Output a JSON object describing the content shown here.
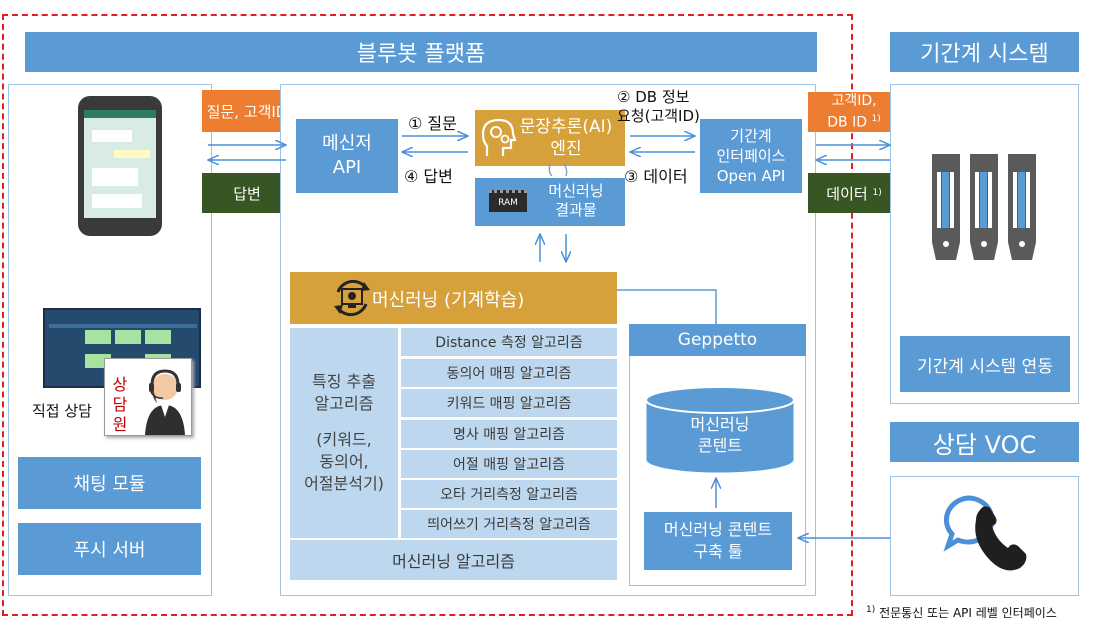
{
  "platform": {
    "title": "블루봇 플랫폼",
    "chat_module": "채팅 모듈",
    "push_server": "푸시 서버",
    "direct_consult": "직접 상담",
    "counselor": [
      "상",
      "담",
      "원"
    ],
    "question_tag": "질문, 고객ID",
    "answer_tag": "답변",
    "messenger_api": [
      "메신저",
      "API"
    ],
    "step1": "① 질문",
    "step4": "④ 답변",
    "step2": [
      "② DB 정보",
      "요청(고객ID)"
    ],
    "step3": "③ 데이터",
    "engine": [
      "문장추론(AI)",
      "엔진"
    ],
    "ml_result": [
      "머신러닝",
      "결과물"
    ],
    "ram_label": "RAM",
    "legacy_if": [
      "기간계",
      "인터페이스",
      "Open API"
    ],
    "ml_title": "머신러닝 (기계학습)",
    "feature_extract": [
      "특징 추출",
      "알고리즘",
      "",
      "(키워드,",
      "동의어,",
      "어절분석기)"
    ],
    "algorithms": [
      "Distance  측정 알고리즘",
      "동의어 매핑 알고리즘",
      "키워드 매핑 알고리즘",
      "명사 매핑 알고리즘",
      "어절 매핑 알고리즘",
      "오타 거리측정 알고리즘",
      "띄어쓰기 거리측정 알고리즘"
    ],
    "ml_algorithm": "머신러닝 알고리즘",
    "geppetto": "Geppetto",
    "ml_content": [
      "머신러닝",
      "콘텐트"
    ],
    "ml_tool": [
      "머신러닝 콘텐트",
      "구축 툴"
    ]
  },
  "legacy": {
    "title": "기간계 시스템",
    "link": "기간계 시스템 연동",
    "customer_tag": [
      "고객ID,",
      "DB ID"
    ],
    "data_tag": "데이터",
    "sup": "1)"
  },
  "voc": {
    "title": "상담 VOC"
  },
  "footnote": {
    "sup": "1)",
    "text": "전문통신 또는 API 레벨 인터페이스"
  },
  "colors": {
    "header_blue": "#5b9bd5",
    "light_blue": "#bdd7ee",
    "orange": "#ed7d31",
    "dark_green": "#375623",
    "gold": "#d6a03b",
    "dashed_red": "#e02020"
  }
}
